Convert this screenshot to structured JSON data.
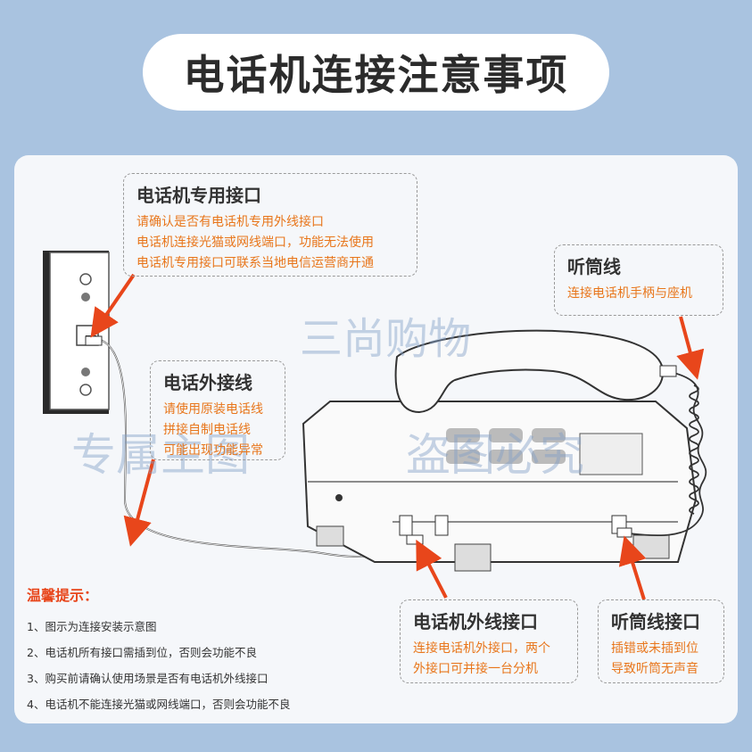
{
  "title": "电话机连接注意事项",
  "callouts": {
    "dedicated_port": {
      "title": "电话机专用接口",
      "lines": [
        "请确认是否有电话机专用外线接口",
        "电话机连接光猫或网线端口，功能无法使用",
        "电话机专用接口可联系当地电信运营商开通"
      ]
    },
    "handset_cord": {
      "title": "听筒线",
      "lines": [
        "连接电话机手柄与座机"
      ]
    },
    "external_line": {
      "title": "电话外接线",
      "lines": [
        "请使用原装电话线",
        "拼接自制电话线",
        "可能出现功能异常"
      ]
    },
    "phone_line_port": {
      "title": "电话机外线接口",
      "lines": [
        "连接电话机外接口，两个",
        "外接口可并接一台分机"
      ]
    },
    "handset_port": {
      "title": "听筒线接口",
      "lines": [
        "插错或未插到位",
        "导致听筒无声音"
      ]
    }
  },
  "tips": {
    "title": "温馨提示：",
    "items": [
      "1、图示为连接安装示意图",
      "2、电话机所有接口需插到位，否则会功能不良",
      "3、购买前请确认使用场景是否有电话机外线接口",
      "4、电话机不能连接光猫或网线端口，否则会功能不良"
    ]
  },
  "watermarks": {
    "brand": "三尚购物",
    "line1": "专属主图",
    "line2": "盗图必究"
  },
  "colors": {
    "background": "#a9c3e0",
    "accent_orange": "#e8761b",
    "arrow_red": "#e8461b"
  }
}
